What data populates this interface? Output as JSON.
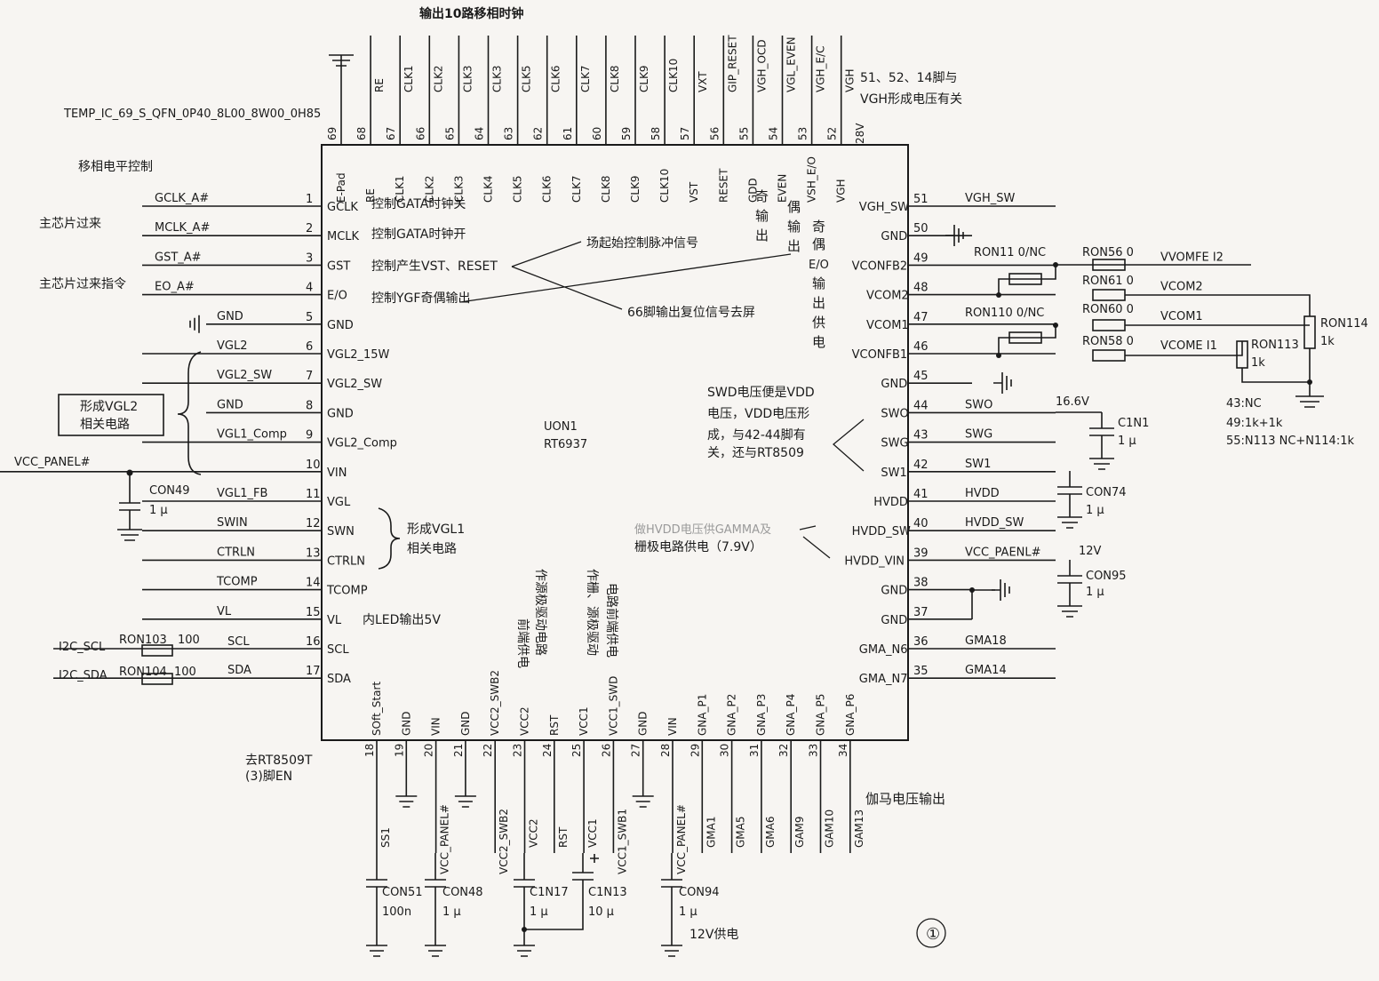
{
  "chip": {
    "package": "TEMP_IC_69_S_QFN_0P40_8L00_8W00_0H85",
    "designator": "UON1",
    "part": "RT6937"
  },
  "figure_number": "①",
  "pins_left": [
    {
      "num": "1",
      "name": "GCLK",
      "net": "GCLK_A#"
    },
    {
      "num": "2",
      "name": "MCLK",
      "net": "MCLK_A#"
    },
    {
      "num": "3",
      "name": "GST",
      "net": "GST_A#"
    },
    {
      "num": "4",
      "name": "E/O",
      "net": "EO_A#"
    },
    {
      "num": "5",
      "name": "GND",
      "net": "GND"
    },
    {
      "num": "6",
      "name": "VGL2_15W",
      "net": "VGL2"
    },
    {
      "num": "7",
      "name": "VGL2_SW",
      "net": "VGL2_SW"
    },
    {
      "num": "8",
      "name": "GND",
      "net": "GND"
    },
    {
      "num": "9",
      "name": "VGL2_Comp",
      "net": "VGL1_Comp"
    },
    {
      "num": "10",
      "name": "VIN",
      "net": "VCC_PANEL#"
    },
    {
      "num": "11",
      "name": "VGL",
      "net": "VGL1_FB"
    },
    {
      "num": "12",
      "name": "SWN",
      "net": "SWIN"
    },
    {
      "num": "13",
      "name": "CTRLN",
      "net": "CTRLN"
    },
    {
      "num": "14",
      "name": "TCOMP",
      "net": "TCOMP"
    },
    {
      "num": "15",
      "name": "VL",
      "net": "VL"
    },
    {
      "num": "16",
      "name": "SCL",
      "net": "SCL"
    },
    {
      "num": "17",
      "name": "SDA",
      "net": "SDA"
    }
  ],
  "pins_right": [
    {
      "num": "51",
      "name": "VGH_SW",
      "net": "VGH_SW"
    },
    {
      "num": "50",
      "name": "GND",
      "net": ""
    },
    {
      "num": "49",
      "name": "VCONFB2",
      "net": "VVOMFE I2"
    },
    {
      "num": "48",
      "name": "VCOM2",
      "net": "VCOM2"
    },
    {
      "num": "47",
      "name": "VCOM1",
      "net": "VCOM1"
    },
    {
      "num": "46",
      "name": "VCONFB1",
      "net": "VCOME I1"
    },
    {
      "num": "45",
      "name": "GND",
      "net": ""
    },
    {
      "num": "44",
      "name": "SWO",
      "net": "SWO"
    },
    {
      "num": "43",
      "name": "SWG",
      "net": "SWG"
    },
    {
      "num": "42",
      "name": "SW1",
      "net": "SW1"
    },
    {
      "num": "41",
      "name": "HVDD",
      "net": "HVDD"
    },
    {
      "num": "40",
      "name": "HVDD_SW",
      "net": "HVDD_SW"
    },
    {
      "num": "39",
      "name": "HVDD_VIN",
      "net": "VCC_PAENL#"
    },
    {
      "num": "38",
      "name": "GND",
      "net": ""
    },
    {
      "num": "37",
      "name": "GND",
      "net": ""
    },
    {
      "num": "36",
      "name": "GMA_N6",
      "net": "GMA18"
    },
    {
      "num": "35",
      "name": "GMA_N7",
      "net": "GMA14"
    }
  ],
  "pins_top": [
    {
      "num": "69",
      "inner": "E-Pad",
      "outer": ""
    },
    {
      "num": "68",
      "inner": "RE",
      "outer": "RE"
    },
    {
      "num": "67",
      "inner": "CLK1",
      "outer": "CLK1"
    },
    {
      "num": "66",
      "inner": "CLK2",
      "outer": "CLK2"
    },
    {
      "num": "65",
      "inner": "CLK3",
      "outer": "CLK3"
    },
    {
      "num": "64",
      "inner": "CLK4",
      "outer": "CLK3"
    },
    {
      "num": "63",
      "inner": "CLK5",
      "outer": "CLK5"
    },
    {
      "num": "62",
      "inner": "CLK6",
      "outer": "CLK6"
    },
    {
      "num": "61",
      "inner": "CLK7",
      "outer": "CLK7"
    },
    {
      "num": "60",
      "inner": "CLK8",
      "outer": "CLK8"
    },
    {
      "num": "59",
      "inner": "CLK9",
      "outer": "CLK9"
    },
    {
      "num": "58",
      "inner": "CLK10",
      "outer": "CLK10"
    },
    {
      "num": "57",
      "inner": "VST",
      "outer": "VXT"
    },
    {
      "num": "56",
      "inner": "RESET",
      "outer": "GIP_RESET"
    },
    {
      "num": "55",
      "inner": "GDD",
      "outer": "VGH_OCD"
    },
    {
      "num": "54",
      "inner": "EVEN",
      "outer": "VGL_EVEN"
    },
    {
      "num": "53",
      "inner": "VSH_E/O",
      "outer": "VGH_E/C"
    },
    {
      "num": "52",
      "inner": "VGH",
      "outer": "VGH"
    }
  ],
  "pins_bottom": [
    {
      "num": "18",
      "inner": "SOft_Start",
      "outer": "SS1"
    },
    {
      "num": "19",
      "inner": "GND",
      "outer": ""
    },
    {
      "num": "20",
      "inner": "VIN",
      "outer": "VCC_PANEL#"
    },
    {
      "num": "21",
      "inner": "GND",
      "outer": ""
    },
    {
      "num": "22",
      "inner": "VCC2_SWB2",
      "outer": "VCC2_SWB2"
    },
    {
      "num": "23",
      "inner": "VCC2",
      "outer": "VCC2"
    },
    {
      "num": "24",
      "inner": "RST",
      "outer": "RST"
    },
    {
      "num": "25",
      "inner": "VCC1",
      "outer": "VCC1"
    },
    {
      "num": "26",
      "inner": "VCC1_SWD",
      "outer": "VCC1_SWB1"
    },
    {
      "num": "27",
      "inner": "GND",
      "outer": ""
    },
    {
      "num": "28",
      "inner": "VIN",
      "outer": "VCC_PANEL#"
    },
    {
      "num": "29",
      "inner": "GNA_P1",
      "outer": "GMA1"
    },
    {
      "num": "30",
      "inner": "GNA_P2",
      "outer": "GMA5"
    },
    {
      "num": "31",
      "inner": "GNA_P3",
      "outer": "GMA6"
    },
    {
      "num": "32",
      "inner": "GNA_P4",
      "outer": "GAM9"
    },
    {
      "num": "33",
      "inner": "GNA_P5",
      "outer": "GAM10"
    },
    {
      "num": "34",
      "inner": "GNA_P6",
      "outer": "GAM13"
    }
  ],
  "annotations": {
    "top_output": "输出10路移相时钟",
    "phase_level": "移相电平控制",
    "main_chip_1": "主芯片过来",
    "main_chip_2": "主芯片过来指令",
    "ctrl_gclk": "控制GATA时钟关",
    "ctrl_mclk": "控制GATA时钟开",
    "ctrl_gst": "控制产生VST、RESET",
    "ctrl_eo": "控制YGF奇偶输出",
    "field_start": "场起始控制脉冲信号",
    "reset_66": "66脚输出复位信号去屏",
    "odd_out": [
      "奇",
      "输",
      "出"
    ],
    "even_out": [
      "偶",
      "输",
      "出"
    ],
    "eo_supply": [
      "奇",
      "偶",
      "E/O",
      "输",
      "出",
      "供",
      "电"
    ],
    "vgl2_box": [
      "形成VGL2",
      "相关电路"
    ],
    "vgl1": [
      "形成VGL1",
      "相关电路"
    ],
    "vl_out": "内LED输出5V",
    "pin52_note": [
      "51、52、14脚与",
      "VGH形成电压有关"
    ],
    "v28": "28V",
    "swd_note": [
      "SWD电压便是VDD",
      "电压，VDD电压形",
      "成，与42-44脚有",
      "关，还与RT8509"
    ],
    "hvdd_note_1": "做HVDD电压供GAMMA及",
    "hvdd_note_2": "栅极电路供电（7.9V）",
    "src_drive": [
      "作源极驱动电路",
      "前端供电"
    ],
    "gate_drive": [
      "作栅、源极驱动",
      "电路前端供电"
    ],
    "rt8509": [
      "去RT8509T",
      "(3)脚EN"
    ],
    "gamma_out": "伽马电压输出",
    "supply12": "12V供电",
    "v166": "16.6V",
    "v12": "12V",
    "nc_notes": [
      "43:NC",
      "49:1k+1k",
      "55:N113 NC+N114:1k"
    ]
  },
  "components": {
    "ron11": "RON11 0/NC",
    "ron56": "RON56  0",
    "ron61": "RON61  0",
    "ron110": "RON110 0/NC",
    "ron60": "RON60  0",
    "ron58": "RON58 0",
    "ron113": [
      "RON113",
      "1k"
    ],
    "ron114": [
      "RON114",
      "1k"
    ],
    "c1n1": [
      "C1N1",
      "1 μ"
    ],
    "con74": [
      "CON74",
      "1 μ"
    ],
    "con95": [
      "CON95",
      "1 μ"
    ],
    "con49": [
      "CON49",
      "1 μ"
    ],
    "ron103": [
      "I2C_SCL",
      "RON103",
      "100"
    ],
    "ron104": [
      "I2C_SDA",
      "RON104",
      "100"
    ],
    "vcc_panel_left": "VCC_PANEL#",
    "con51": [
      "CON51",
      "100n"
    ],
    "con48": [
      "CON48",
      "1 μ"
    ],
    "c1n17": [
      "C1N17",
      "1 μ"
    ],
    "c1n13": [
      "C1N13",
      "10 μ"
    ],
    "con94": [
      "CON94",
      "1 μ"
    ]
  }
}
